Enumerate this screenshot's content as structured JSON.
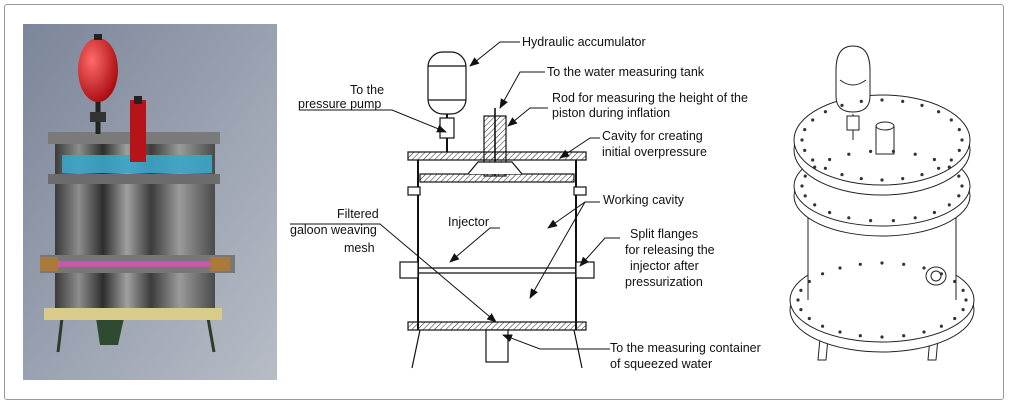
{
  "labels": {
    "hydraulic_accumulator": "Hydraulic accumulator",
    "water_measuring_tank": "To the water measuring tank",
    "pressure_pump_1": "To the",
    "pressure_pump_2": "pressure pump",
    "rod_1": "Rod for measuring the height of the",
    "rod_2": "piston during inflation",
    "cavity_overpressure_1": "Cavity for creating",
    "cavity_overpressure_2": "initial overpressure",
    "working_cavity": "Working cavity",
    "filtered_mesh_1": "Filtered",
    "filtered_mesh_2": "galoon weaving",
    "filtered_mesh_3": "mesh",
    "injector": "Injector",
    "split_flanges_1": "Split flanges",
    "split_flanges_2": "for releasing the",
    "split_flanges_3": "injector after",
    "split_flanges_4": "pressurization",
    "measuring_container_1": "To the measuring container",
    "measuring_container_2": "of squeezed water"
  },
  "colors": {
    "render_background": "#8e97a8",
    "accumulator_red": "#d4161c",
    "cylinder_gray": "#6e6e6e",
    "flange_blue": "#3aa6c8",
    "injector_pink": "#c45aa8",
    "base_yellow": "#d9cc8a"
  }
}
